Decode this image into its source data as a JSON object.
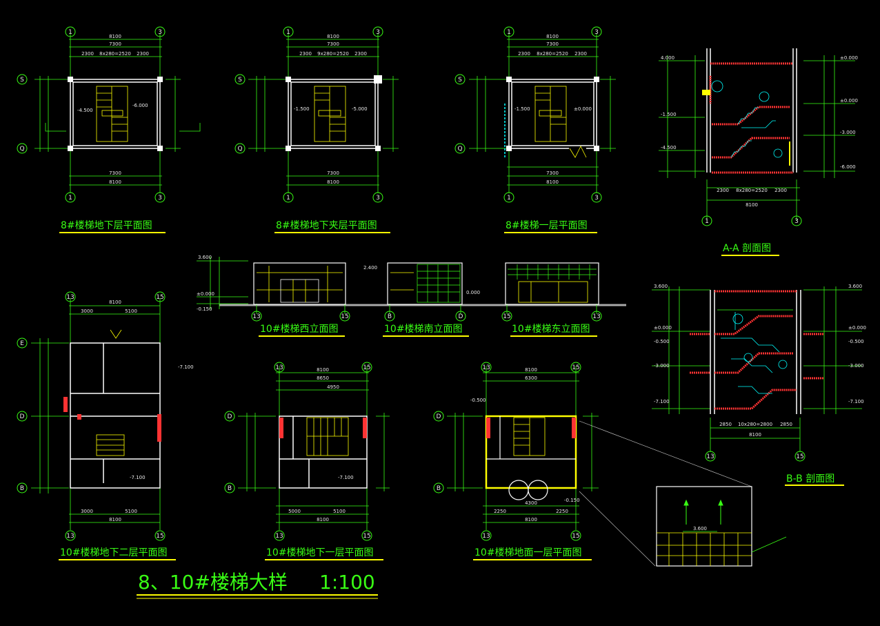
{
  "drawing": {
    "main_title": "8、10#楼梯大样",
    "main_scale": "1:100",
    "colors": {
      "background": "#000000",
      "wall": "#ffffff",
      "dimension": "#39ff14",
      "stair": "#ffff00",
      "section": "#ff3333",
      "accent": "#00ffff",
      "title": "#39ff14",
      "underline": "#ffff00"
    }
  },
  "views": {
    "v8_basement": {
      "title": "8#楼梯地下层平面图",
      "axis_left": "1",
      "axis_right": "3",
      "axis_top": "S",
      "axis_bottom": "Q",
      "total_width": "8100",
      "inner_width": "7300",
      "stair_dim": "8x280=2520",
      "side_dim": "2300",
      "elev": "-4.500",
      "elev2": "-6.000"
    },
    "v8_mezz": {
      "title": "8#楼梯地下夹层平面图",
      "axis_left": "1",
      "axis_right": "3",
      "axis_top": "S",
      "axis_bottom": "Q",
      "total_width": "8100",
      "inner_width": "7300",
      "stair_dim": "9x280=2520",
      "side_dim": "2300",
      "elev": "-1.500",
      "elev2": "-5.000"
    },
    "v8_ground": {
      "title": "8#楼梯一层平面图",
      "axis_left": "1",
      "axis_right": "3",
      "axis_top": "S",
      "axis_bottom": "Q",
      "total_width": "8100",
      "inner_width": "7300",
      "stair_dim": "8x280=2520",
      "side_dim": "2300",
      "elev": "-1.500",
      "elev2": "±0.000"
    },
    "secAA": {
      "title": "A-A 剖面图",
      "axis_left": "1",
      "axis_right": "3",
      "elevs": [
        "4.000",
        "±0.000",
        "-1.500",
        "-3.000",
        "-4.500",
        "-6.000"
      ],
      "dims": [
        "2300",
        "8x280=2520",
        "2300",
        "8100"
      ]
    },
    "elev_west": {
      "title": "10#楼梯西立面图",
      "axis_left": "13",
      "axis_right": "15",
      "elev_top": "3.600",
      "elev_zero": "±0.000",
      "elev_low": "-0.150",
      "height": "3600"
    },
    "elev_south": {
      "title": "10#楼梯南立面图",
      "axis_left": "B",
      "axis_right": "D",
      "elev_top": "2.400",
      "elev_low": "0.000"
    },
    "elev_east": {
      "title": "10#楼梯东立面图",
      "axis_left": "15",
      "axis_right": "13"
    },
    "secBB": {
      "title": "B-B 剖面图",
      "axis_left": "13",
      "axis_right": "15",
      "elevs": [
        "3.600",
        "±0.000",
        "-0.500",
        "-3.000",
        "-7.100"
      ],
      "dims": [
        "2850",
        "10x280=2800",
        "2850",
        "8100"
      ]
    },
    "v10_b2": {
      "title": "10#楼梯地下二层平面图",
      "axis_left": "13",
      "axis_right": "15",
      "axis_rows": [
        "E",
        "D",
        "B"
      ],
      "total_width": "8100",
      "dims": [
        "3000",
        "5100"
      ],
      "elev": "-7.100"
    },
    "v10_b1": {
      "title": "10#楼梯地下一层平面图",
      "axis_left": "13",
      "axis_right": "15",
      "axis_rows": [
        "D",
        "B"
      ],
      "total_width": "8100",
      "dims": [
        "8650",
        "4950",
        "5000",
        "5100"
      ],
      "elev": "-7.100"
    },
    "v10_g1": {
      "title": "10#楼梯地面一层平面图",
      "axis_left": "13",
      "axis_right": "15",
      "axis_rows": [
        "D",
        "B"
      ],
      "total_width": "8100",
      "dims": [
        "6300",
        "4300",
        "2250",
        "2250"
      ],
      "elev": "-0.500",
      "elev2": "-0.150"
    },
    "detail": {
      "elev": "3.600"
    }
  }
}
